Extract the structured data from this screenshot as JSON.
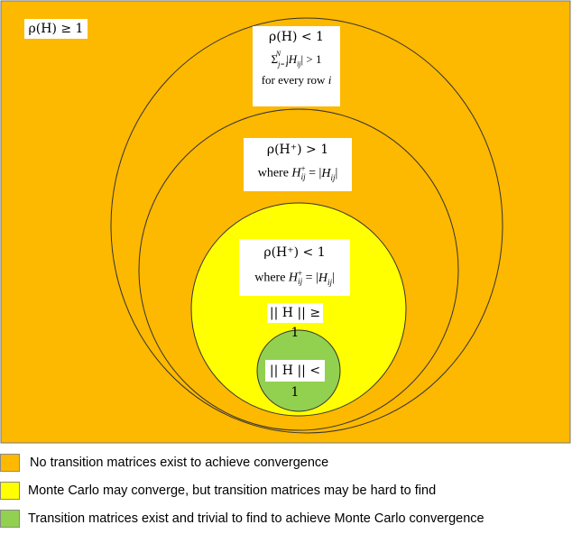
{
  "colors": {
    "outer": "#FDB800",
    "middle": "#FFFF00",
    "inner": "#92D050",
    "stroke": "#555555"
  },
  "regions": {
    "outer_label": "ρ(H) ≥ 1",
    "circle1": {
      "line1": "ρ(H) < 1",
      "line2": "Σ_{j=1}^{N} |H_{ij}| > 1",
      "line3": "for every row i"
    },
    "circle2": {
      "line1": "ρ(H⁺) > 1",
      "line2": "where H⁺_{ij} = |H_{ij}|"
    },
    "circle3": {
      "line1": "ρ(H⁺) < 1",
      "line2": "where H⁺_{ij} = |H_{ij}|",
      "line3": "|| H || ≥ 1"
    },
    "circle4": {
      "line1": "|| H || < 1"
    }
  },
  "legend": [
    {
      "color": "#FDB800",
      "text": "No transition matrices exist to achieve convergence"
    },
    {
      "color": "#FFFF00",
      "text": "Monte Carlo may converge, but transition matrices may be hard to find"
    },
    {
      "color": "#92D050",
      "text": "Transition matrices exist and trivial to find to achieve Monte Carlo convergence"
    }
  ]
}
